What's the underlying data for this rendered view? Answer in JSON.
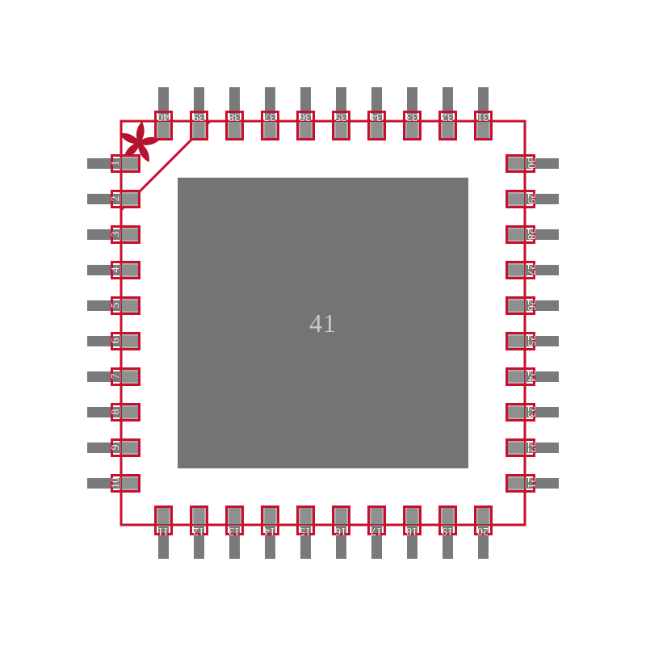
{
  "diagram": {
    "center_pad_label": "41",
    "pin1_marker": "asterisk",
    "pins": {
      "left_top_to_bottom": [
        "1",
        "2",
        "3",
        "4",
        "5",
        "6",
        "7",
        "8",
        "9",
        "10"
      ],
      "bottom_left_to_right": [
        "11",
        "12",
        "13",
        "14",
        "15",
        "16",
        "17",
        "18",
        "19",
        "20"
      ],
      "right_top_to_bottom": [
        "30",
        "29",
        "28",
        "27",
        "26",
        "25",
        "24",
        "23",
        "22",
        "21"
      ],
      "top_left_to_right": [
        "40",
        "39",
        "38",
        "37",
        "36",
        "35",
        "34",
        "33",
        "32",
        "31"
      ]
    },
    "colors": {
      "outline_red": "#c8102e",
      "asterisk_red": "#b5122f",
      "lead_gray": "#7a7a7a",
      "pad_gray": "#acacac",
      "lead_overlap_gray": "#8f8f8f",
      "thermal_pad_gray": "#747474",
      "pad_number_color": "#f4f4f4",
      "thermal_label_color": "#c9c9c9",
      "background": "#ffffff"
    }
  }
}
